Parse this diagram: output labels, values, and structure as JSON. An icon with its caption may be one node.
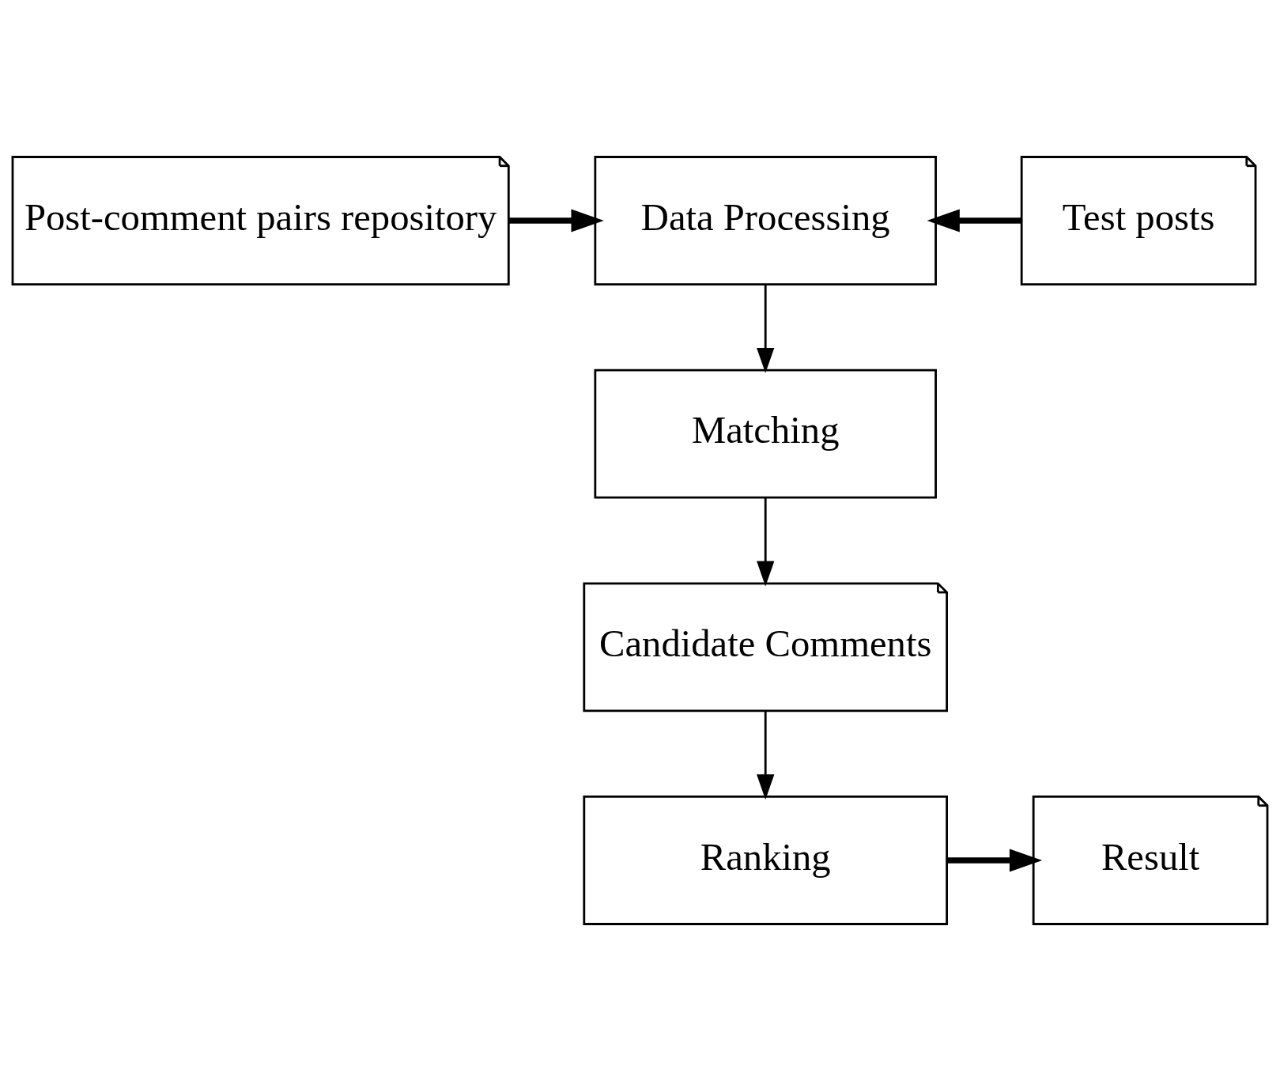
{
  "diagram": {
    "nodes": [
      {
        "text": [
          "Post-comment pairs repository"
        ]
      },
      {
        "text": [
          "Data Processing"
        ]
      },
      {
        "text": [
          "Test posts"
        ]
      },
      {
        "text": [
          "Matching"
        ]
      },
      {
        "text": [
          "Candidate Comments"
        ]
      },
      {
        "text": [
          "Ranking"
        ]
      },
      {
        "text": [
          "Result"
        ]
      }
    ],
    "edges": [
      {
        "from": 0,
        "to": 1,
        "arrow": "to",
        "style": "thick"
      },
      {
        "from": 2,
        "to": 1,
        "arrow": "to",
        "style": "thick"
      },
      {
        "from": 1,
        "to": 3,
        "arrow": "to"
      },
      {
        "from": 3,
        "to": 4,
        "arrow": "to"
      },
      {
        "from": 4,
        "to": 5,
        "arrow": "to"
      },
      {
        "from": 5,
        "to": 6,
        "arrow": "to",
        "style": "thick"
      }
    ]
  }
}
